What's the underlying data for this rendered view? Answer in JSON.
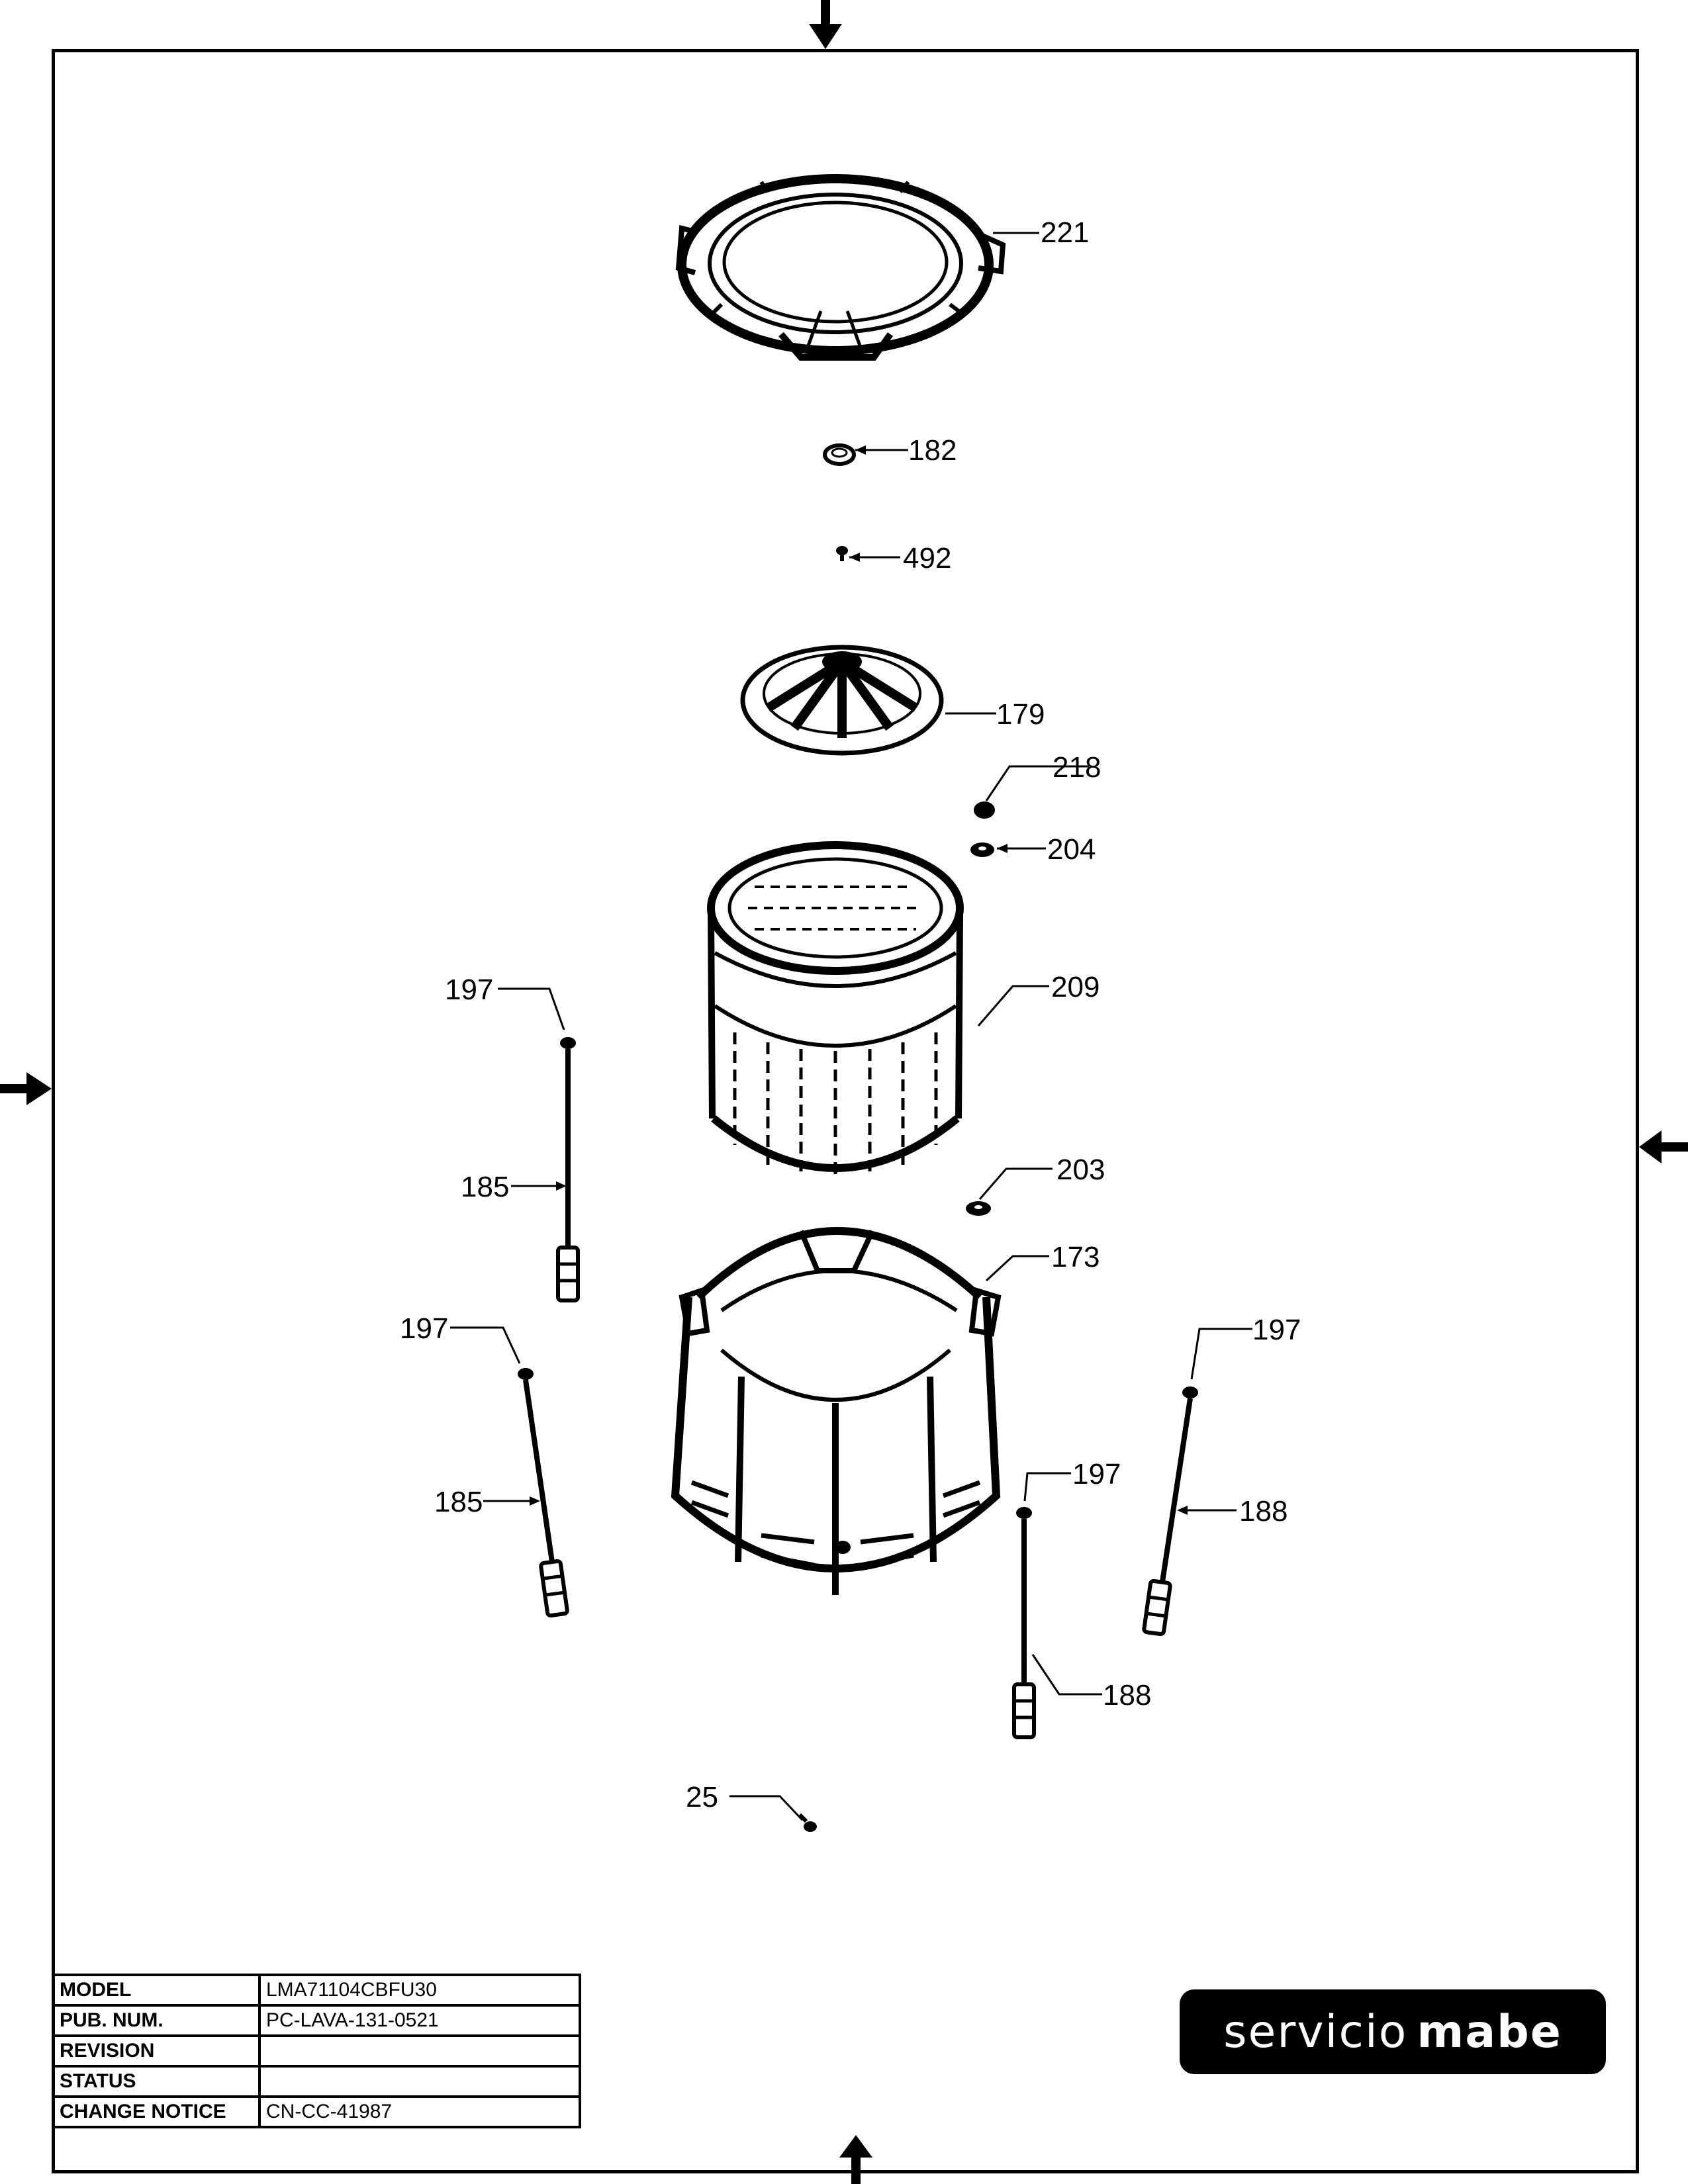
{
  "title_block": {
    "model_label": "MODEL",
    "model_value": "LMA71104CBFU30",
    "pub_num_label": "PUB. NUM.",
    "pub_num_value": "PC-LAVA-131-0521",
    "revision_label": "REVISION",
    "revision_value": "",
    "status_label": "STATUS",
    "status_value": "",
    "change_notice_label": "CHANGE NOTICE",
    "change_notice_value": "CN-CC-41987"
  },
  "brand": {
    "word1": "servicio",
    "word2": "mabe"
  },
  "callouts": {
    "c221": "221",
    "c182": "182",
    "c492": "492",
    "c179": "179",
    "c218": "218",
    "c204": "204",
    "c209": "209",
    "c197a": "197",
    "c185a": "185",
    "c203": "203",
    "c173": "173",
    "c197b": "197",
    "c197c": "197",
    "c185b": "185",
    "c197d": "197",
    "c188a": "188",
    "c188b": "188",
    "c25": "25"
  }
}
